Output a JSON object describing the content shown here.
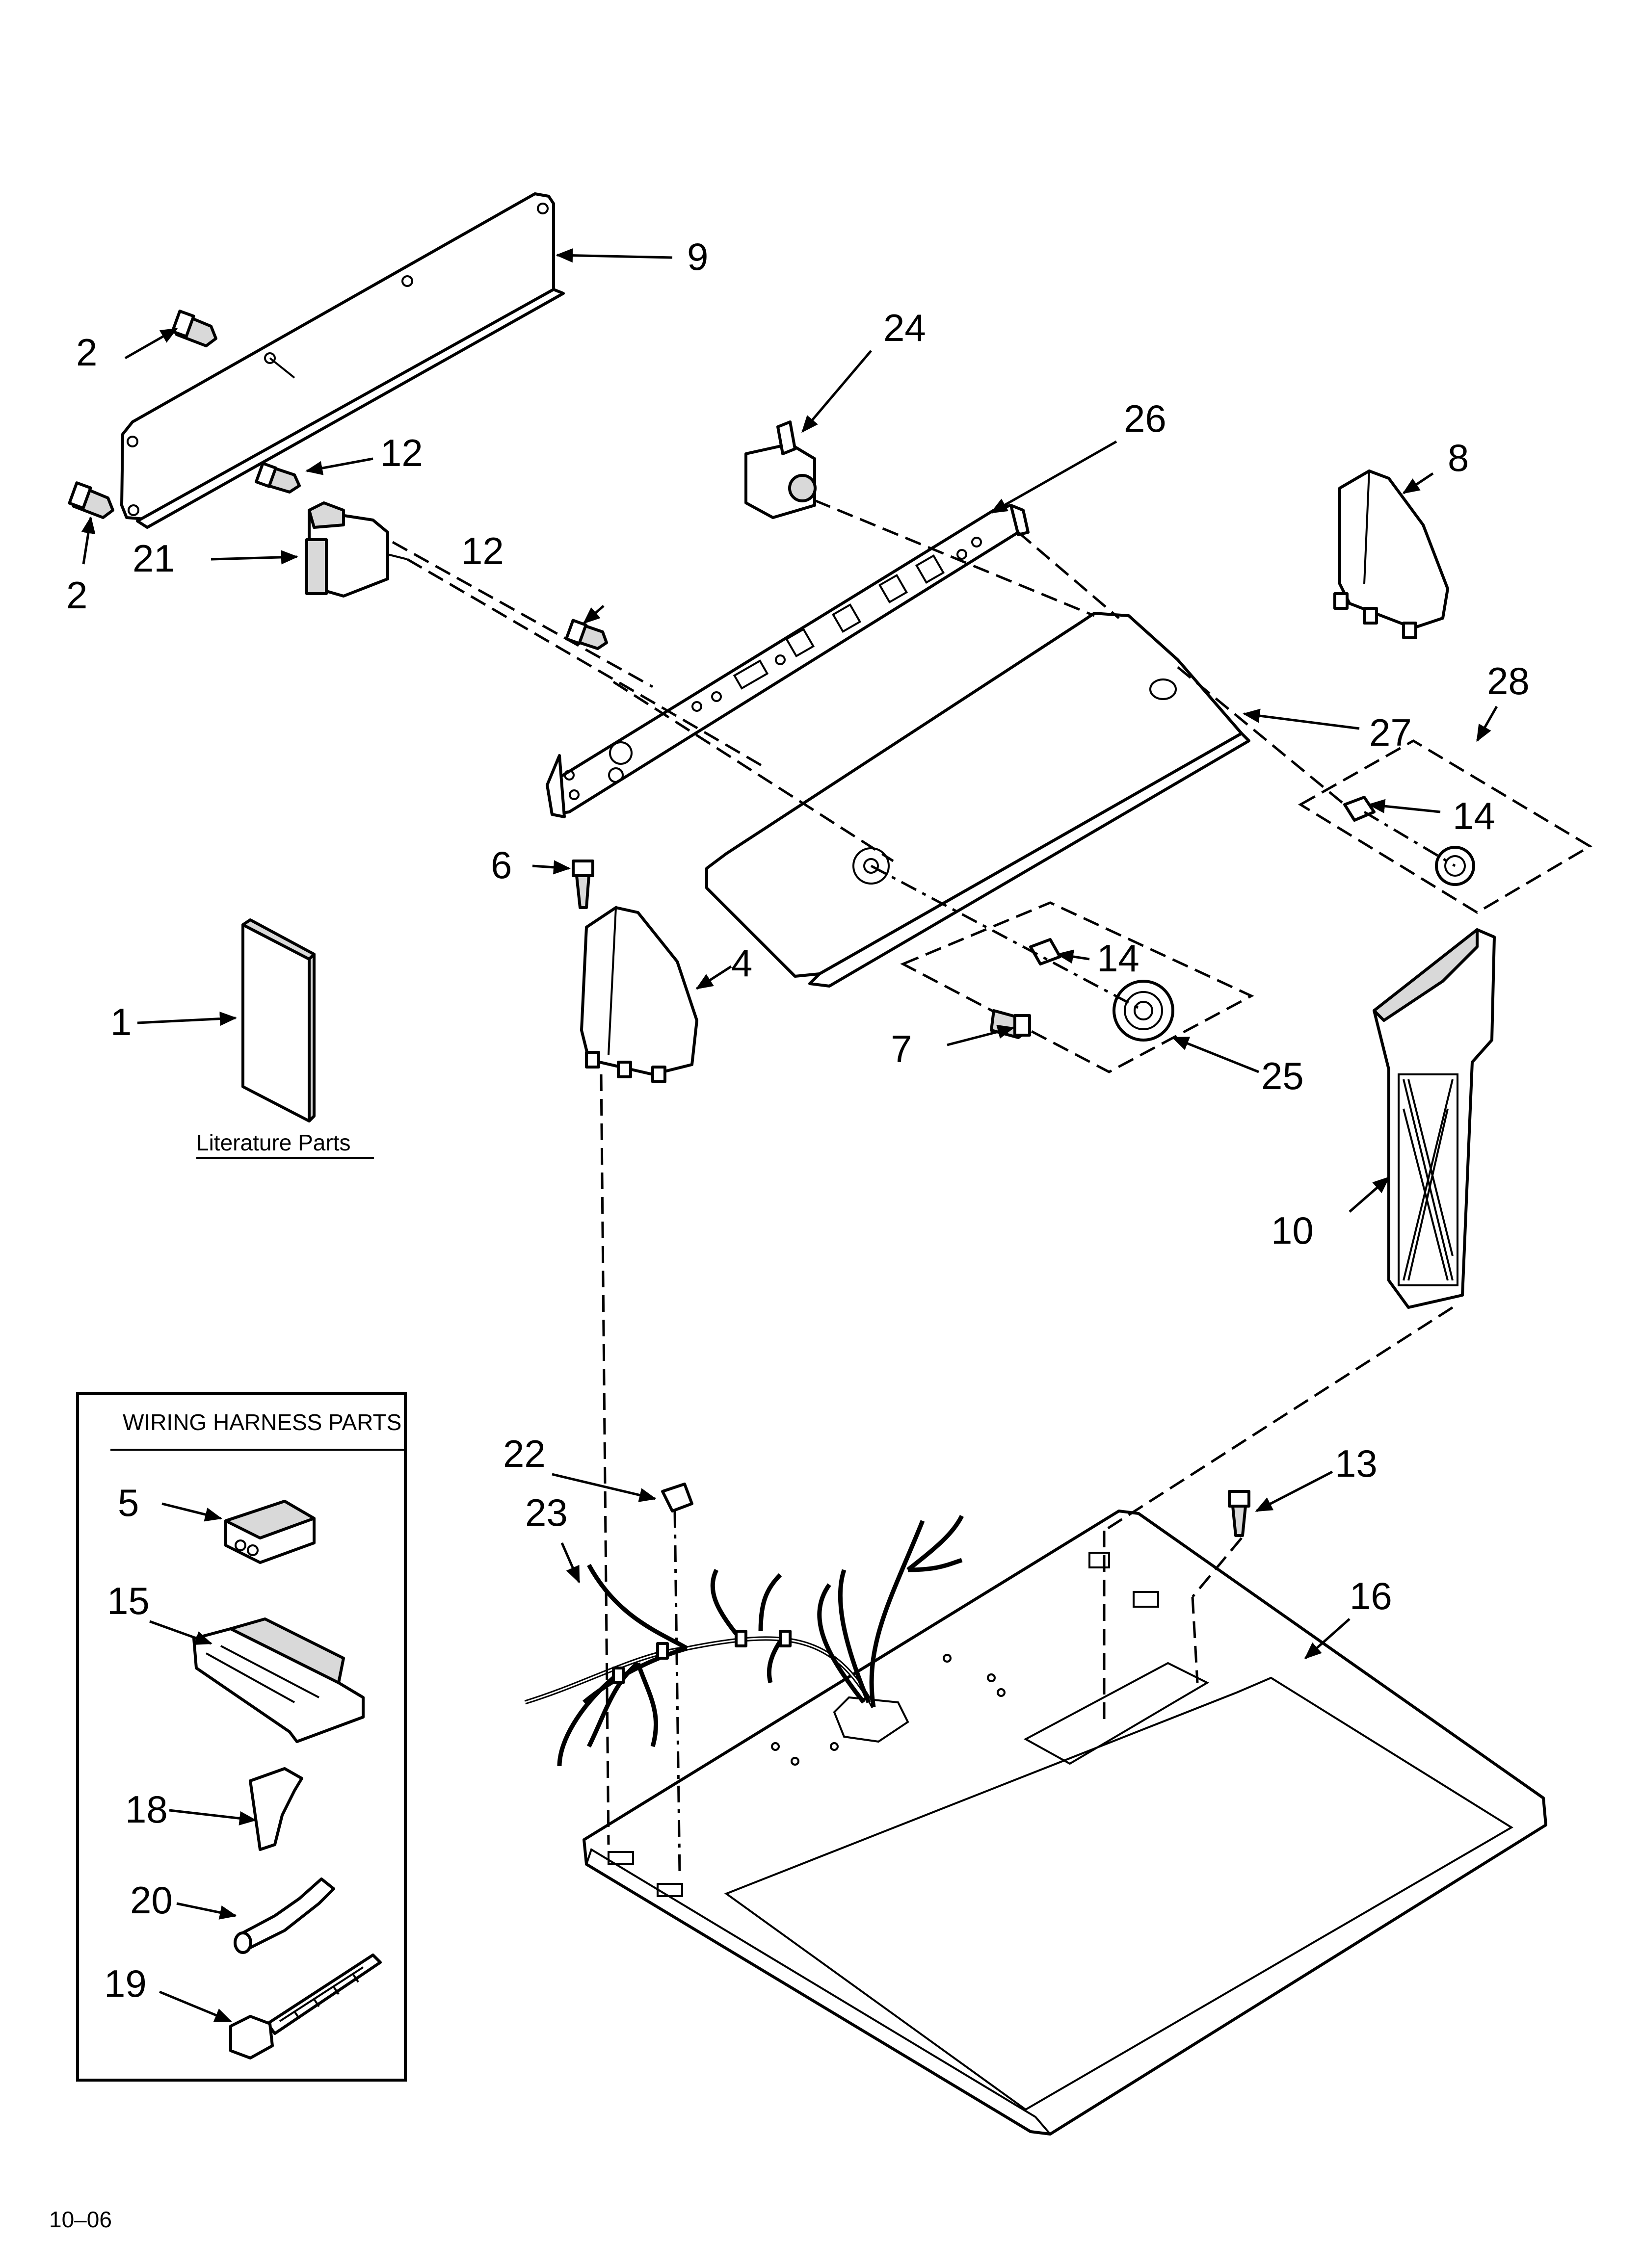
{
  "callouts": {
    "c1": "1",
    "c2a": "2",
    "c2b": "2",
    "c4": "4",
    "c5": "5",
    "c6": "6",
    "c7": "7",
    "c8": "8",
    "c9": "9",
    "c10": "10",
    "c12a": "12",
    "c12b": "12",
    "c13": "13",
    "c14a": "14",
    "c14b": "14",
    "c15": "15",
    "c16": "16",
    "c18": "18",
    "c19": "19",
    "c20": "20",
    "c21": "21",
    "c22": "22",
    "c23": "23",
    "c24": "24",
    "c25": "25",
    "c26": "26",
    "c27": "27",
    "c28": "28"
  },
  "literature_label": "Literature Parts",
  "wiring_box_title": "WIRING HARNESS PARTS",
  "date_code": "10–06"
}
